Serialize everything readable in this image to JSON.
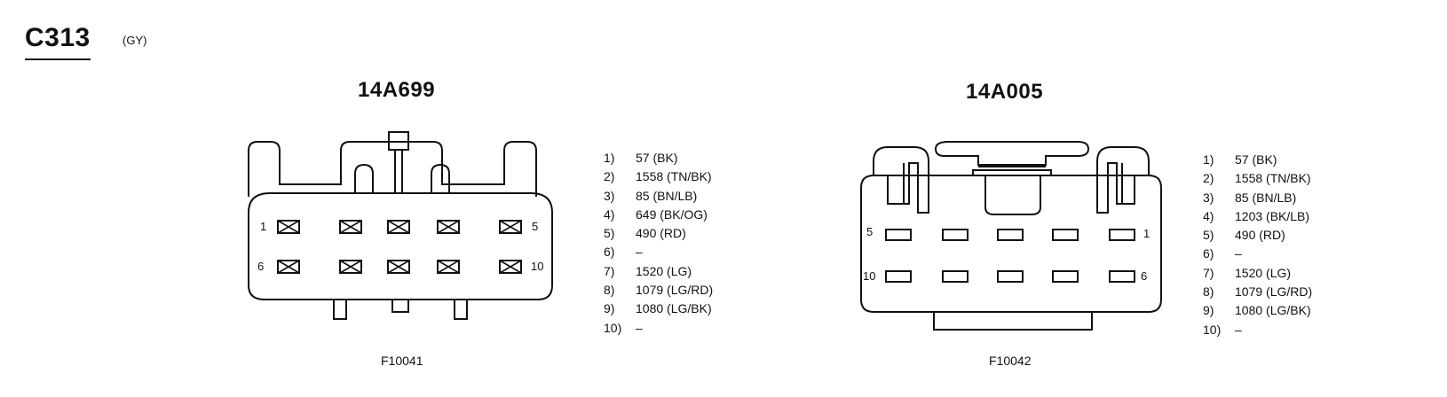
{
  "connector": {
    "id": "C313",
    "color_code": "(GY)"
  },
  "left": {
    "part_number": "14A699",
    "figure_code": "F10041",
    "pin_labels": [
      "1",
      "5",
      "6",
      "10"
    ],
    "pins": [
      {
        "num": "1)",
        "circuit": "57 (BK)"
      },
      {
        "num": "2)",
        "circuit": "1558 (TN/BK)"
      },
      {
        "num": "3)",
        "circuit": "85 (BN/LB)"
      },
      {
        "num": "4)",
        "circuit": "649 (BK/OG)"
      },
      {
        "num": "5)",
        "circuit": "490 (RD)"
      },
      {
        "num": "6)",
        "circuit": "–"
      },
      {
        "num": "7)",
        "circuit": "1520 (LG)"
      },
      {
        "num": "8)",
        "circuit": "1079 (LG/RD)"
      },
      {
        "num": "9)",
        "circuit": "1080 (LG/BK)"
      },
      {
        "num": "10)",
        "circuit": "–"
      }
    ]
  },
  "right": {
    "part_number": "14A005",
    "figure_code": "F10042",
    "pin_labels": [
      "5",
      "1",
      "10",
      "6"
    ],
    "pins": [
      {
        "num": "1)",
        "circuit": "57 (BK)"
      },
      {
        "num": "2)",
        "circuit": "1558 (TN/BK)"
      },
      {
        "num": "3)",
        "circuit": "85 (BN/LB)"
      },
      {
        "num": "4)",
        "circuit": "1203 (BK/LB)"
      },
      {
        "num": "5)",
        "circuit": "490 (RD)"
      },
      {
        "num": "6)",
        "circuit": "–"
      },
      {
        "num": "7)",
        "circuit": "1520 (LG)"
      },
      {
        "num": "8)",
        "circuit": "1079 (LG/RD)"
      },
      {
        "num": "9)",
        "circuit": "1080 (LG/BK)"
      },
      {
        "num": "10)",
        "circuit": "–"
      }
    ]
  }
}
